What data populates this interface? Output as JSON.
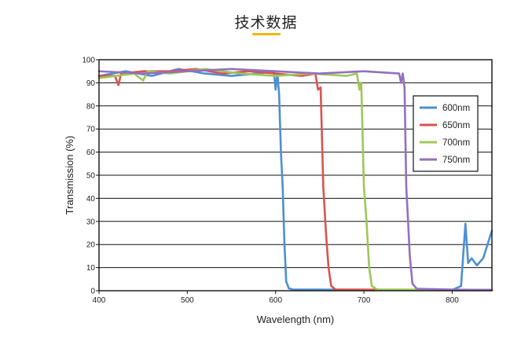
{
  "header": {
    "title": "技术数据"
  },
  "chart_data": {
    "type": "line",
    "title": "技术数据",
    "xlabel": "Wavelength (nm)",
    "ylabel": "Transmission (%)",
    "xlim": [
      400,
      845
    ],
    "ylim": [
      0,
      100
    ],
    "x_ticks": [
      400,
      500,
      600,
      700,
      800
    ],
    "y_ticks": [
      0,
      10,
      20,
      30,
      40,
      50,
      60,
      70,
      80,
      90,
      100
    ],
    "grid": "horizontal",
    "legend_position": "right",
    "series": [
      {
        "name": "600nm",
        "color": "#4d8fd1",
        "x": [
          400,
          430,
          460,
          490,
          520,
          550,
          580,
          598,
          600,
          602,
          604,
          606,
          608,
          610,
          612,
          615,
          620,
          650,
          700,
          750,
          800,
          810,
          815,
          818,
          822,
          828,
          835,
          845
        ],
        "y": [
          93,
          95,
          93,
          96,
          94,
          93,
          94,
          95,
          87,
          94,
          85,
          60,
          45,
          20,
          4,
          1,
          0.5,
          0.5,
          0.3,
          0.3,
          0.3,
          2,
          29,
          12,
          14,
          11,
          14,
          26
        ]
      },
      {
        "name": "650nm",
        "color": "#d9544f",
        "x": [
          400,
          418,
          422,
          425,
          450,
          480,
          510,
          540,
          570,
          600,
          630,
          645,
          648,
          651,
          654,
          657,
          660,
          663,
          668,
          700,
          750,
          800,
          845
        ],
        "y": [
          93,
          93,
          89,
          94,
          95,
          95,
          96,
          94,
          95,
          94,
          93,
          94,
          87,
          88,
          45,
          25,
          10,
          2,
          0.5,
          0.5,
          0.3,
          0.3,
          0.3
        ]
      },
      {
        "name": "700nm",
        "color": "#9dc75a",
        "x": [
          400,
          440,
          450,
          455,
          480,
          520,
          560,
          600,
          640,
          680,
          692,
          695,
          697,
          700,
          703,
          706,
          709,
          715,
          750,
          800,
          845
        ],
        "y": [
          92,
          94,
          91,
          95,
          94,
          96,
          94,
          93,
          94,
          93,
          94,
          87,
          90,
          45,
          30,
          10,
          2,
          0.5,
          0.5,
          0.3,
          0.3
        ]
      },
      {
        "name": "750nm",
        "color": "#9370bf",
        "x": [
          400,
          450,
          500,
          550,
          600,
          650,
          700,
          740,
          742,
          744,
          746,
          748,
          750,
          752,
          755,
          760,
          800,
          845
        ],
        "y": [
          95,
          94,
          95,
          96,
          95,
          94,
          95,
          94,
          90,
          94,
          88,
          45,
          30,
          15,
          3,
          0.8,
          0.5,
          0.3
        ]
      }
    ]
  }
}
